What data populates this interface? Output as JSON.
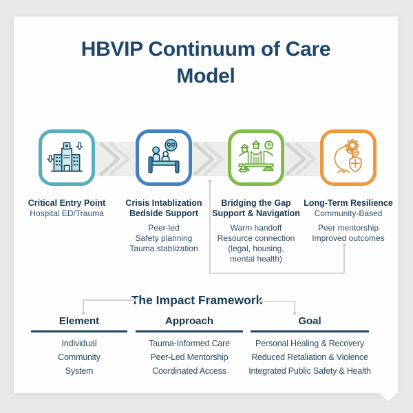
{
  "title": {
    "line1": "HBVIP Continuum of Care",
    "line2": "Model"
  },
  "stages": [
    {
      "icon": "hospital-building-icon",
      "accent": "#57acbe",
      "title_lines": [
        "Critical Entry Point"
      ],
      "subtitle": "Hospital ED/Trauma",
      "items": []
    },
    {
      "icon": "bedside-peer-support-icon",
      "accent": "#4381c0",
      "title_lines": [
        "Crisis Intablization",
        "Bedside Support"
      ],
      "subtitle": "",
      "items": [
        "Peer-led",
        "Safety planning",
        "Tauma stablization"
      ]
    },
    {
      "icon": "bridge-connection-icon",
      "accent": "#82bb47",
      "title_lines": [
        "Bridging the Gap",
        "Support & Navigation"
      ],
      "subtitle": "",
      "items": [
        "Warm handoff",
        "Resource connection",
        "(legal, housing,",
        "mental health)"
      ]
    },
    {
      "icon": "resilience-growth-shield-icon",
      "accent": "#ec9a3d",
      "title_lines": [
        "Long-Term Resilience"
      ],
      "subtitle": "Community-Based",
      "items": [
        "Peer mentorship",
        "Improved outcomes"
      ]
    }
  ],
  "impact": {
    "title": "The Impact Framework",
    "columns": [
      {
        "header": "Element",
        "items": [
          "Individual",
          "Community",
          "System"
        ]
      },
      {
        "header": "Approach",
        "items": [
          "Tauma-Informed Care",
          "Peer-Led Mentorship",
          "Coordinated Access"
        ]
      },
      {
        "header": "Goal",
        "items": [
          "Personal Healing & Recovery",
          "Reduced Retaliation & Violence",
          "Integrated Public Safety & Health"
        ]
      }
    ]
  },
  "colors": {
    "background": "#e8e8e6",
    "card": "#fdfdfd",
    "heading": "#1d4768",
    "body_text": "#2e4d63",
    "rule": "#1d4660",
    "connector": "#c9c9c7",
    "band": "#ededeb",
    "chevron": "#d2d2d0",
    "stage1_accent": "#57acbe",
    "stage2_accent": "#4381c0",
    "stage3_accent": "#82bb47",
    "stage4_accent": "#ec9a3d"
  }
}
